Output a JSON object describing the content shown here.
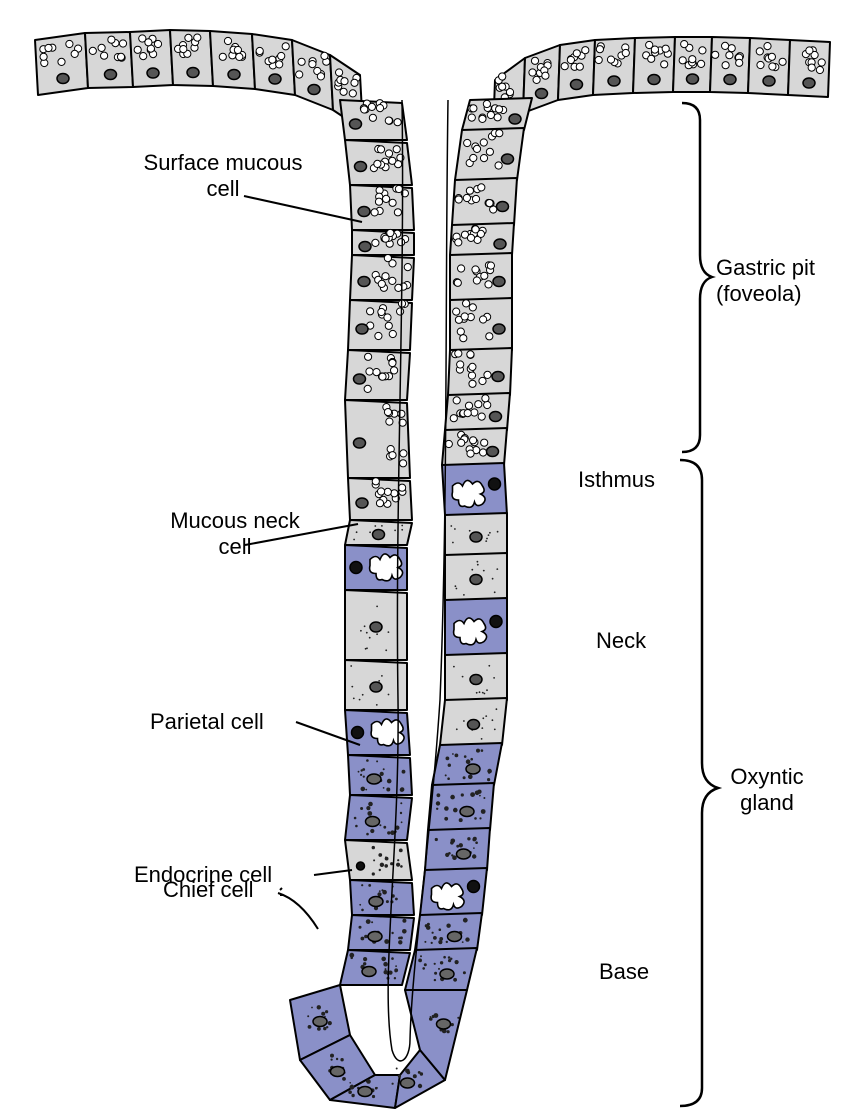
{
  "colors": {
    "mucous": "#d7d7d7",
    "glandular": "#8a90c8",
    "outline": "#000000",
    "nucleus": "#555555",
    "parietal_nucleus": "#111111",
    "background": "#ffffff"
  },
  "labels": {
    "surface_mucous_1": "Surface mucous",
    "surface_mucous_2": "cell",
    "mucous_neck_1": "Mucous neck",
    "mucous_neck_2": "cell",
    "parietal": "Parietal cell",
    "endocrine": "Endocrine cell",
    "chief": "Chief cell"
  },
  "regions": {
    "gastric_pit_1": "Gastric pit",
    "gastric_pit_2": "(foveola)",
    "isthmus": "Isthmus",
    "neck": "Neck",
    "oxyntic_1": "Oxyntic",
    "oxyntic_2": "gland",
    "base": "Base"
  }
}
